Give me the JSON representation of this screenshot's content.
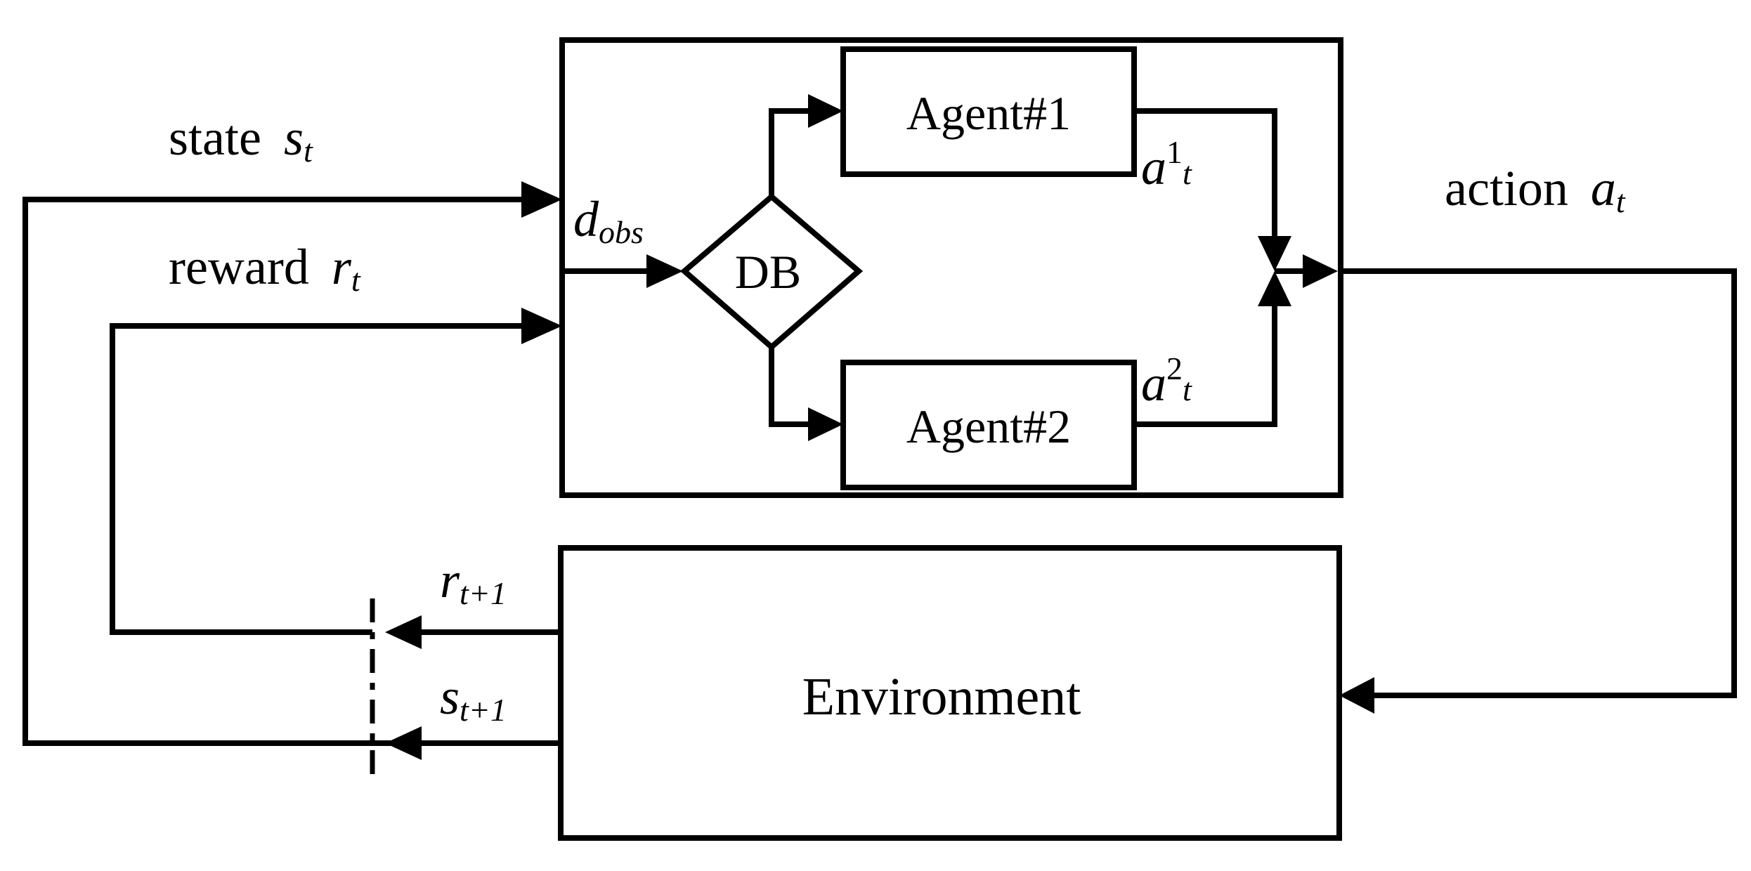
{
  "labels": {
    "state_word": "state",
    "state_sym": "s",
    "state_sub": "t",
    "reward_word": "reward",
    "reward_sym": "r",
    "reward_sub": "t",
    "action_word": "action",
    "action_sym": "a",
    "action_sub": "t",
    "dobs_sym": "d",
    "dobs_sub": "obs",
    "a1_sym": "a",
    "a1_sup": "1",
    "a1_sub": "t",
    "a2_sym": "a",
    "a2_sup": "2",
    "a2_sub": "t",
    "rnext_sym": "r",
    "rnext_sub": "t+1",
    "snext_sym": "s",
    "snext_sub": "t+1"
  },
  "nodes": {
    "agent1": "Agent#1",
    "agent2": "Agent#2",
    "db": "DB",
    "environment": "Environment"
  }
}
